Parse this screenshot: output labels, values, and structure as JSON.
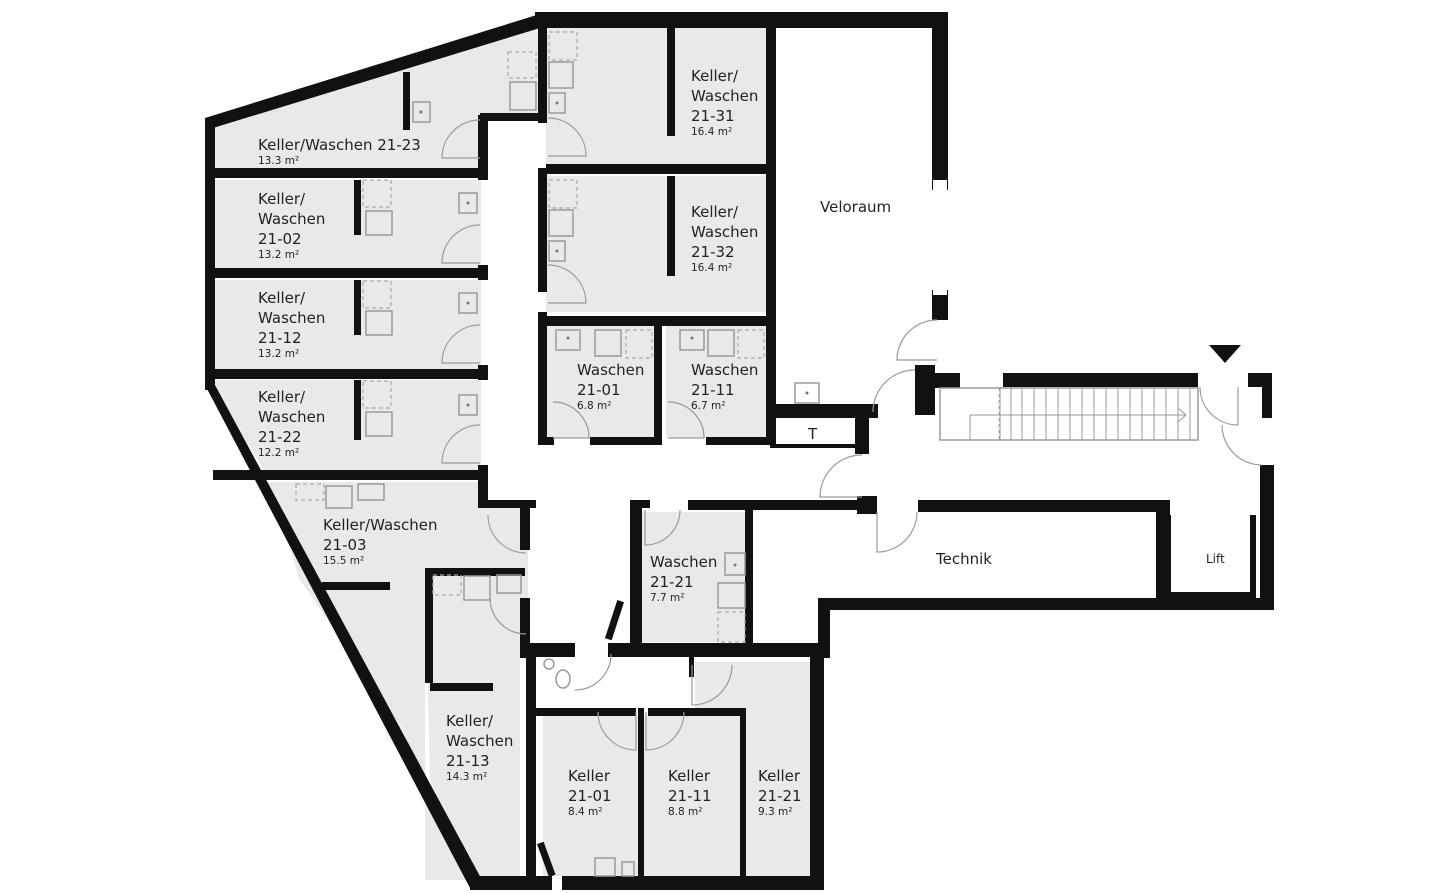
{
  "plan": {
    "rooms": [
      {
        "id": "kw-21-23",
        "name": "Keller/Waschen 21-23",
        "area": "13.3 m²"
      },
      {
        "id": "kw-21-02",
        "line1": "Keller/",
        "line2": "Waschen",
        "num": "21-02",
        "area": "13.2 m²"
      },
      {
        "id": "kw-21-12",
        "line1": "Keller/",
        "line2": "Waschen",
        "num": "21-12",
        "area": "13.2 m²"
      },
      {
        "id": "kw-21-22",
        "line1": "Keller/",
        "line2": "Waschen",
        "num": "21-22",
        "area": "12.2 m²"
      },
      {
        "id": "kw-21-03",
        "line1": "Keller/Waschen",
        "num": "21-03",
        "area": "15.5 m²"
      },
      {
        "id": "kw-21-13",
        "line1": "Keller/",
        "line2": "Waschen",
        "num": "21-13",
        "area": "14.3 m²"
      },
      {
        "id": "kw-21-31",
        "line1": "Keller/",
        "line2": "Waschen",
        "num": "21-31",
        "area": "16.4 m²"
      },
      {
        "id": "kw-21-32",
        "line1": "Keller/",
        "line2": "Waschen",
        "num": "21-32",
        "area": "16.4 m²"
      },
      {
        "id": "w-21-01",
        "line1": "Waschen",
        "num": "21-01",
        "area": "6.8 m²"
      },
      {
        "id": "w-21-11",
        "line1": "Waschen",
        "num": "21-11",
        "area": "6.7 m²"
      },
      {
        "id": "w-21-21",
        "line1": "Waschen",
        "num": "21-21",
        "area": "7.7 m²"
      },
      {
        "id": "k-21-01",
        "line1": "Keller",
        "num": "21-01",
        "area": "8.4 m²"
      },
      {
        "id": "k-21-11",
        "line1": "Keller",
        "num": "21-11",
        "area": "8.8 m²"
      },
      {
        "id": "k-21-21",
        "line1": "Keller",
        "num": "21-21",
        "area": "9.3 m²"
      }
    ],
    "veloraum": "Veloraum",
    "technik": "Technik",
    "lift": "Lift",
    "t_room": "T",
    "entrance_marker": "entrance-arrow"
  }
}
